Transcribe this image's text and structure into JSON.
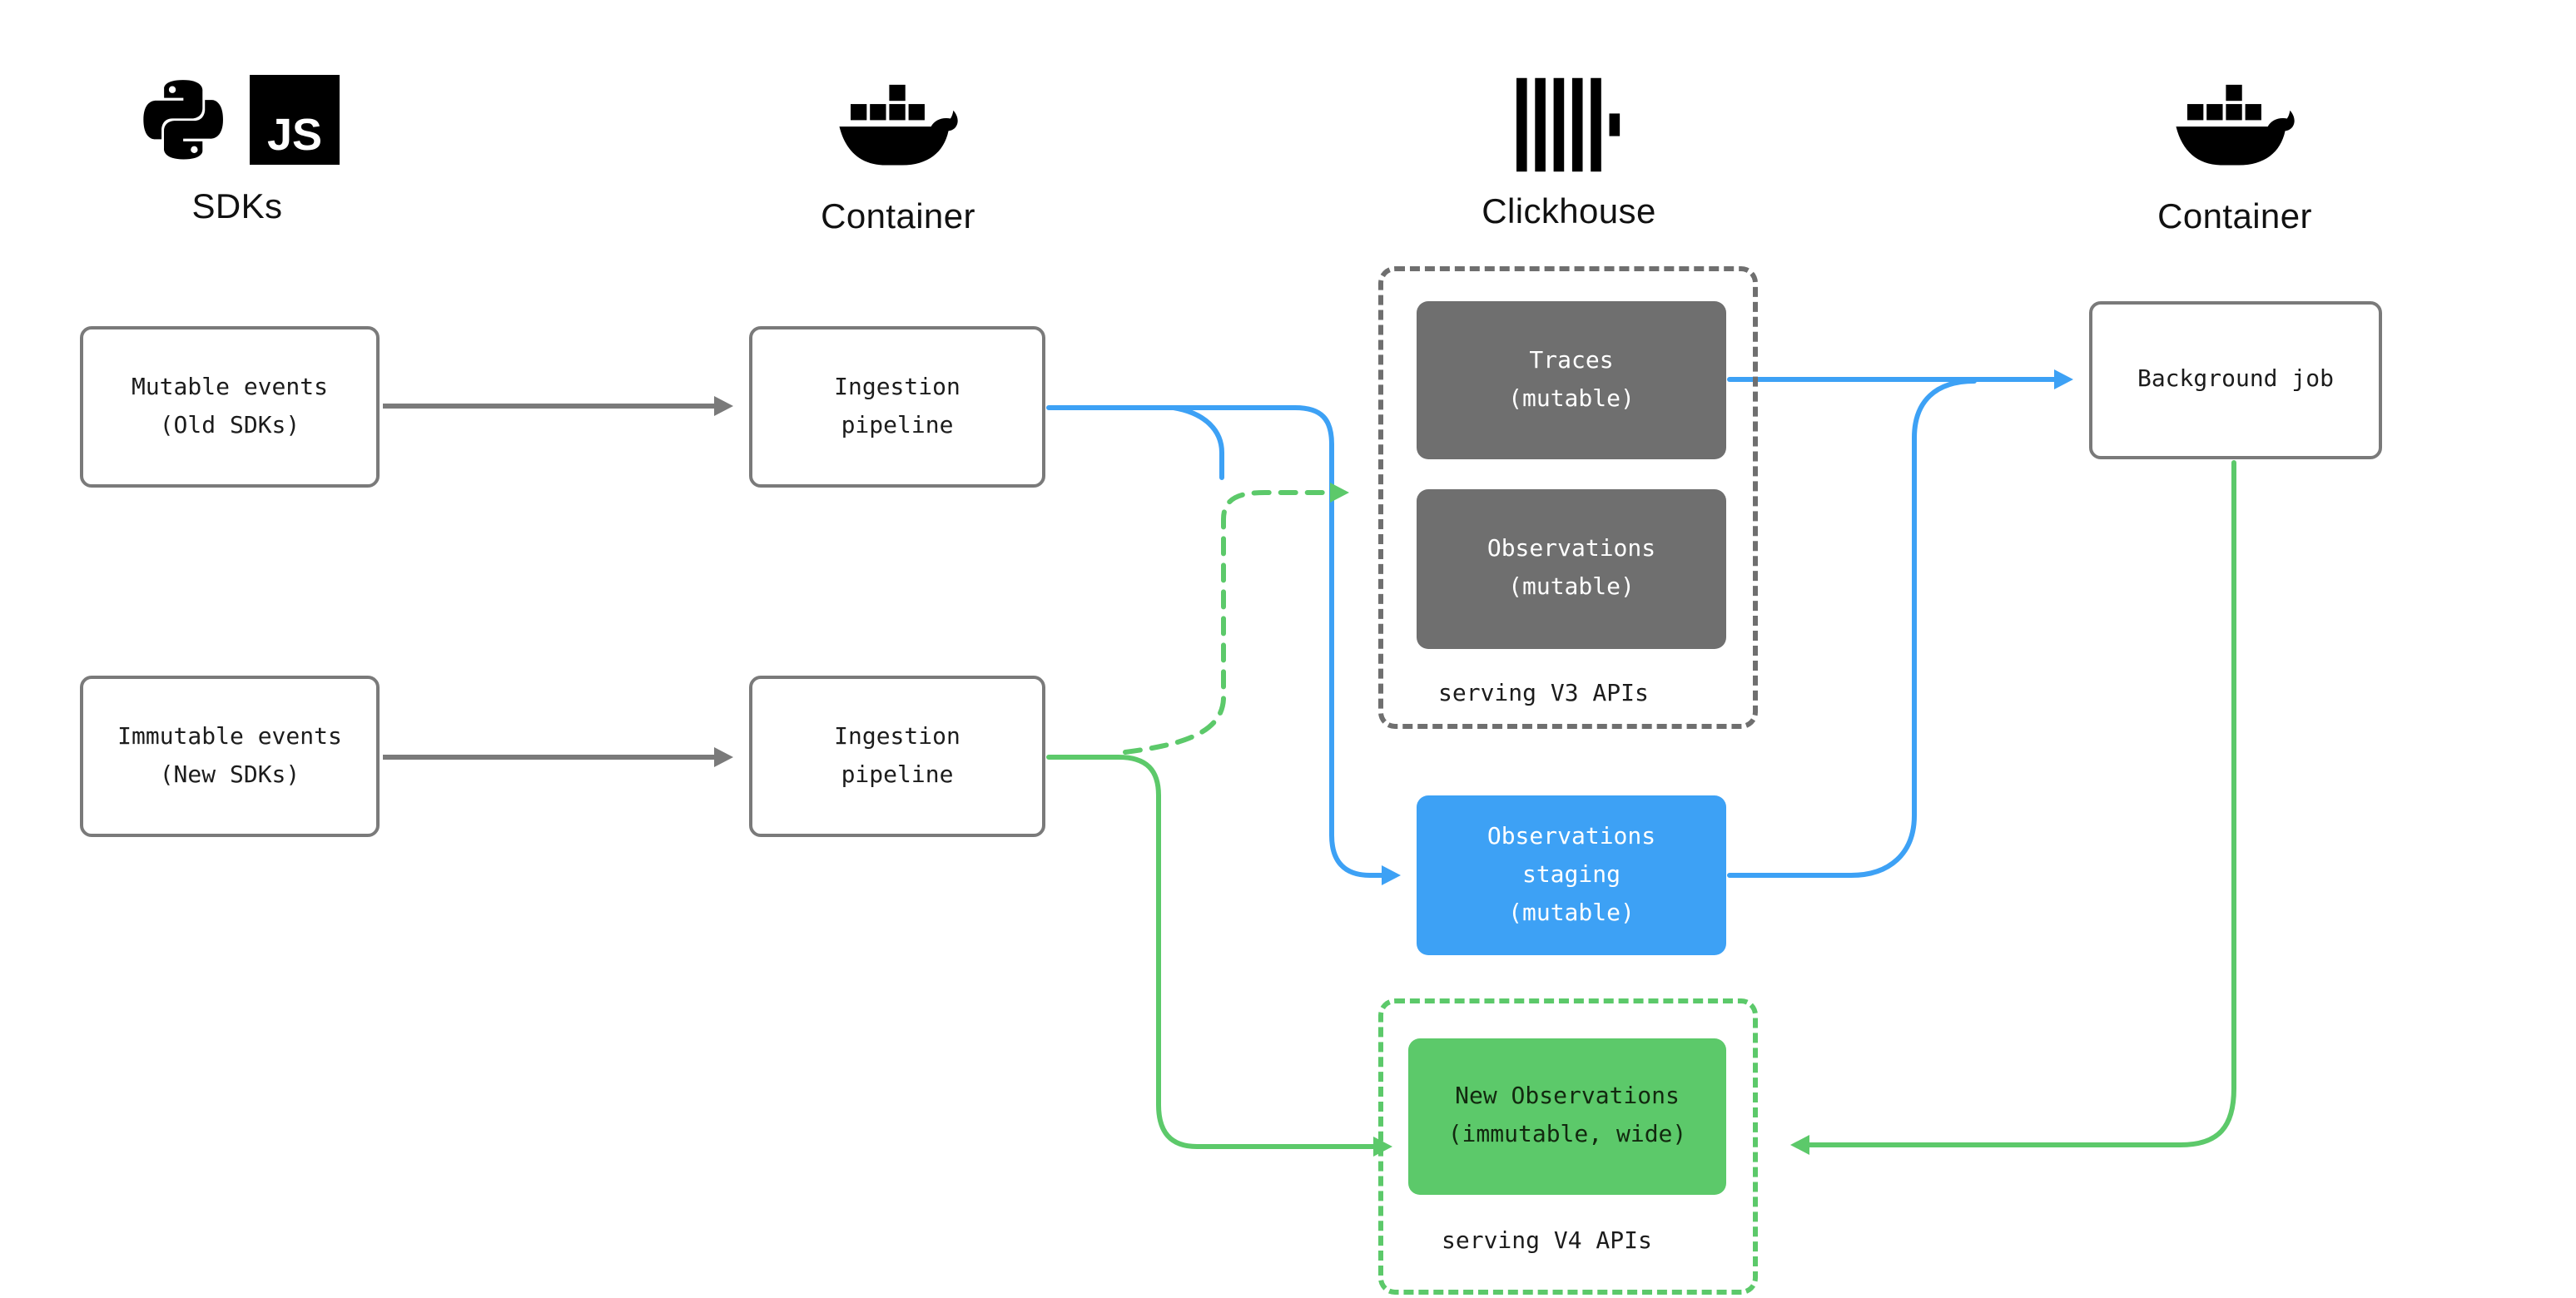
{
  "headers": {
    "sdks": {
      "label": "SDKs"
    },
    "container_left": {
      "label": "Container"
    },
    "clickhouse": {
      "label": "Clickhouse"
    },
    "container_right": {
      "label": "Container"
    }
  },
  "icons": {
    "js_badge": "JS"
  },
  "nodes": {
    "mutable_events": {
      "line1": "Mutable events",
      "line2": "(Old SDKs)"
    },
    "ingestion_pipeline_top": {
      "line1": "Ingestion",
      "line2": "pipeline"
    },
    "immutable_events": {
      "line1": "Immutable events",
      "line2": "(New SDKs)"
    },
    "ingestion_pipeline_bottom": {
      "line1": "Ingestion",
      "line2": "pipeline"
    },
    "traces": {
      "line1": "Traces",
      "line2": "(mutable)"
    },
    "observations": {
      "line1": "Observations",
      "line2": "(mutable)"
    },
    "observations_staging": {
      "line1": "Observations",
      "line2": "staging",
      "line3": "(mutable)"
    },
    "new_observations": {
      "line1": "New Observations",
      "line2": "(immutable, wide)"
    },
    "background_job": {
      "label": "Background job"
    }
  },
  "groups": {
    "v3": {
      "caption": "serving V3 APIs"
    },
    "v4": {
      "caption": "serving V4 APIs"
    }
  },
  "colors": {
    "gray_line": "#7a7a7a",
    "box_border": "#7a7a7a",
    "dark_fill": "#6f6f6f",
    "blue": "#3da1f5",
    "green": "#5cc96a",
    "text_dark": "#1c1c1c",
    "text_light": "#ffffff"
  }
}
